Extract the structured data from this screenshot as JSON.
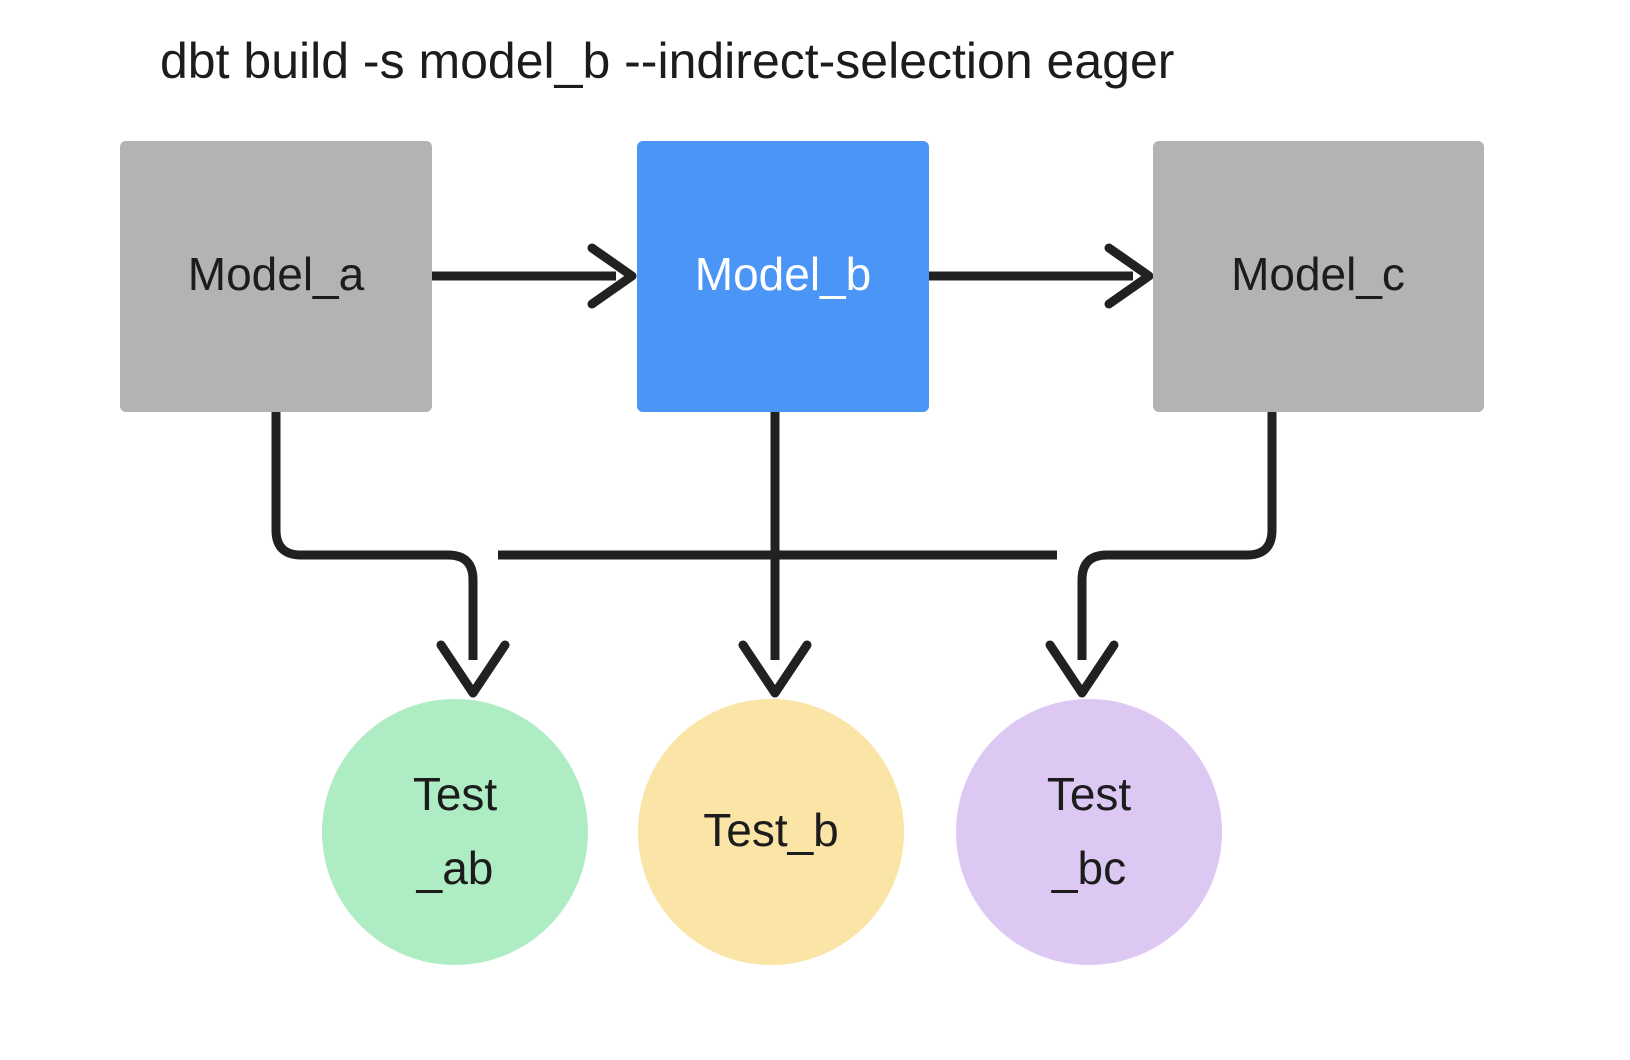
{
  "title": "dbt build -s model_b --indirect-selection eager",
  "colors": {
    "background": "#ffffff",
    "model_default": "#b3b3b3",
    "model_selected": "#4a95f5",
    "text_dark": "#1c1c1c",
    "text_light": "#ffffff",
    "edge": "#212121",
    "test_ab": "#aeecc3",
    "test_b": "#fae5a6",
    "test_bc": "#ddc8f4"
  },
  "models": [
    {
      "id": "model_a",
      "label": "Model_a",
      "fill": "#b3b3b3",
      "text_color": "#1c1c1c",
      "selected": false
    },
    {
      "id": "model_b",
      "label": "Model_b",
      "fill": "#4a95f5",
      "text_color": "#ffffff",
      "selected": true
    },
    {
      "id": "model_c",
      "label": "Model_c",
      "fill": "#b3b3b3",
      "text_color": "#1c1c1c",
      "selected": false
    }
  ],
  "tests": [
    {
      "id": "test_ab",
      "label_line1": "Test",
      "label_line2": "_ab",
      "fill": "#aeecc3"
    },
    {
      "id": "test_b",
      "label_line1": "Test_b",
      "label_line2": "",
      "fill": "#fae5a6"
    },
    {
      "id": "test_bc",
      "label_line1": "Test",
      "label_line2": "_bc",
      "fill": "#ddc8f4"
    }
  ],
  "edges": [
    {
      "from": "model_a",
      "to": "model_b",
      "kind": "arrow"
    },
    {
      "from": "model_b",
      "to": "model_c",
      "kind": "arrow"
    },
    {
      "from": "model_a",
      "to": "test_ab",
      "kind": "arrow"
    },
    {
      "from": "model_b",
      "to": "test_ab",
      "kind": "arrow"
    },
    {
      "from": "model_b",
      "to": "test_b",
      "kind": "arrow"
    },
    {
      "from": "model_b",
      "to": "test_bc",
      "kind": "arrow"
    },
    {
      "from": "model_c",
      "to": "test_bc",
      "kind": "arrow"
    }
  ]
}
